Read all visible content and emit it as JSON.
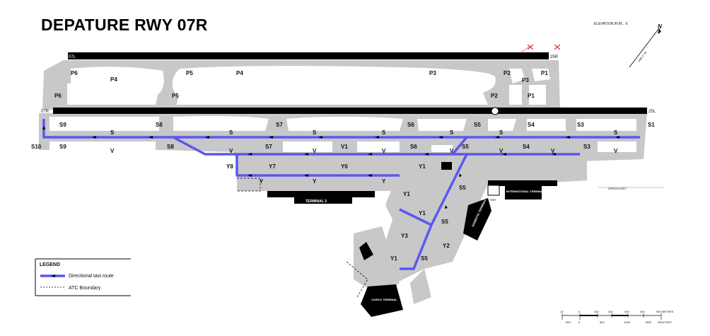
{
  "title": "DEPATURE RWY 07R",
  "elevation_note": "ELEVATION IN M... 6",
  "north_label": "N",
  "magnetic_note": "VAR 1° W",
  "runways": {
    "north_west": "07L",
    "north_east": "25R",
    "south_west": "07R",
    "south_east": "25L"
  },
  "taxiway_labels": [
    "P6",
    "P4",
    "P5",
    "P4",
    "P3",
    "P2",
    "P1",
    "P3",
    "P6",
    "P5",
    "P2",
    "P1",
    "S9",
    "S8",
    "S7",
    "S6",
    "S5",
    "S4",
    "S3",
    "S1",
    "S",
    "S",
    "S",
    "S",
    "S",
    "S",
    "S",
    "S10",
    "S9",
    "S8",
    "S7",
    "V1",
    "S6",
    "S5",
    "S4",
    "S3",
    "V",
    "V",
    "V",
    "V",
    "V",
    "V",
    "V",
    "V",
    "Y8",
    "Y7",
    "Y6",
    "Y1",
    "Y",
    "Y",
    "Y",
    "Y1",
    "S5",
    "Y1",
    "S5",
    "Y3",
    "Y2",
    "Y1",
    "S5"
  ],
  "building_labels": {
    "terminal": "TERMINAL 3",
    "international_terminal": "INTERNATIONAL TERMINAL",
    "tower": "TWR",
    "domestic_terminal": "DOMESTIC TERMINAL",
    "cargo_terminal": "CARGO TERMINAL",
    "apron_note": "APRON EAST"
  },
  "legend": {
    "heading": "LEGEND",
    "items": [
      {
        "label": "Directional taxi route",
        "symbol": "route"
      },
      {
        "label": "ATC Boundary",
        "symbol": "dashed"
      }
    ]
  },
  "scale": {
    "metres_ticks": [
      "10",
      "0",
      "100",
      "200",
      "300",
      "400",
      "500 METRES"
    ],
    "feet_ticks": [
      "500",
      "0",
      "500",
      "1000",
      "1500",
      "2000 FEET"
    ]
  },
  "colors": {
    "route": "#5b57f0",
    "pavement": "#c8c8c8",
    "runway": "#000000",
    "building": "#000000"
  }
}
